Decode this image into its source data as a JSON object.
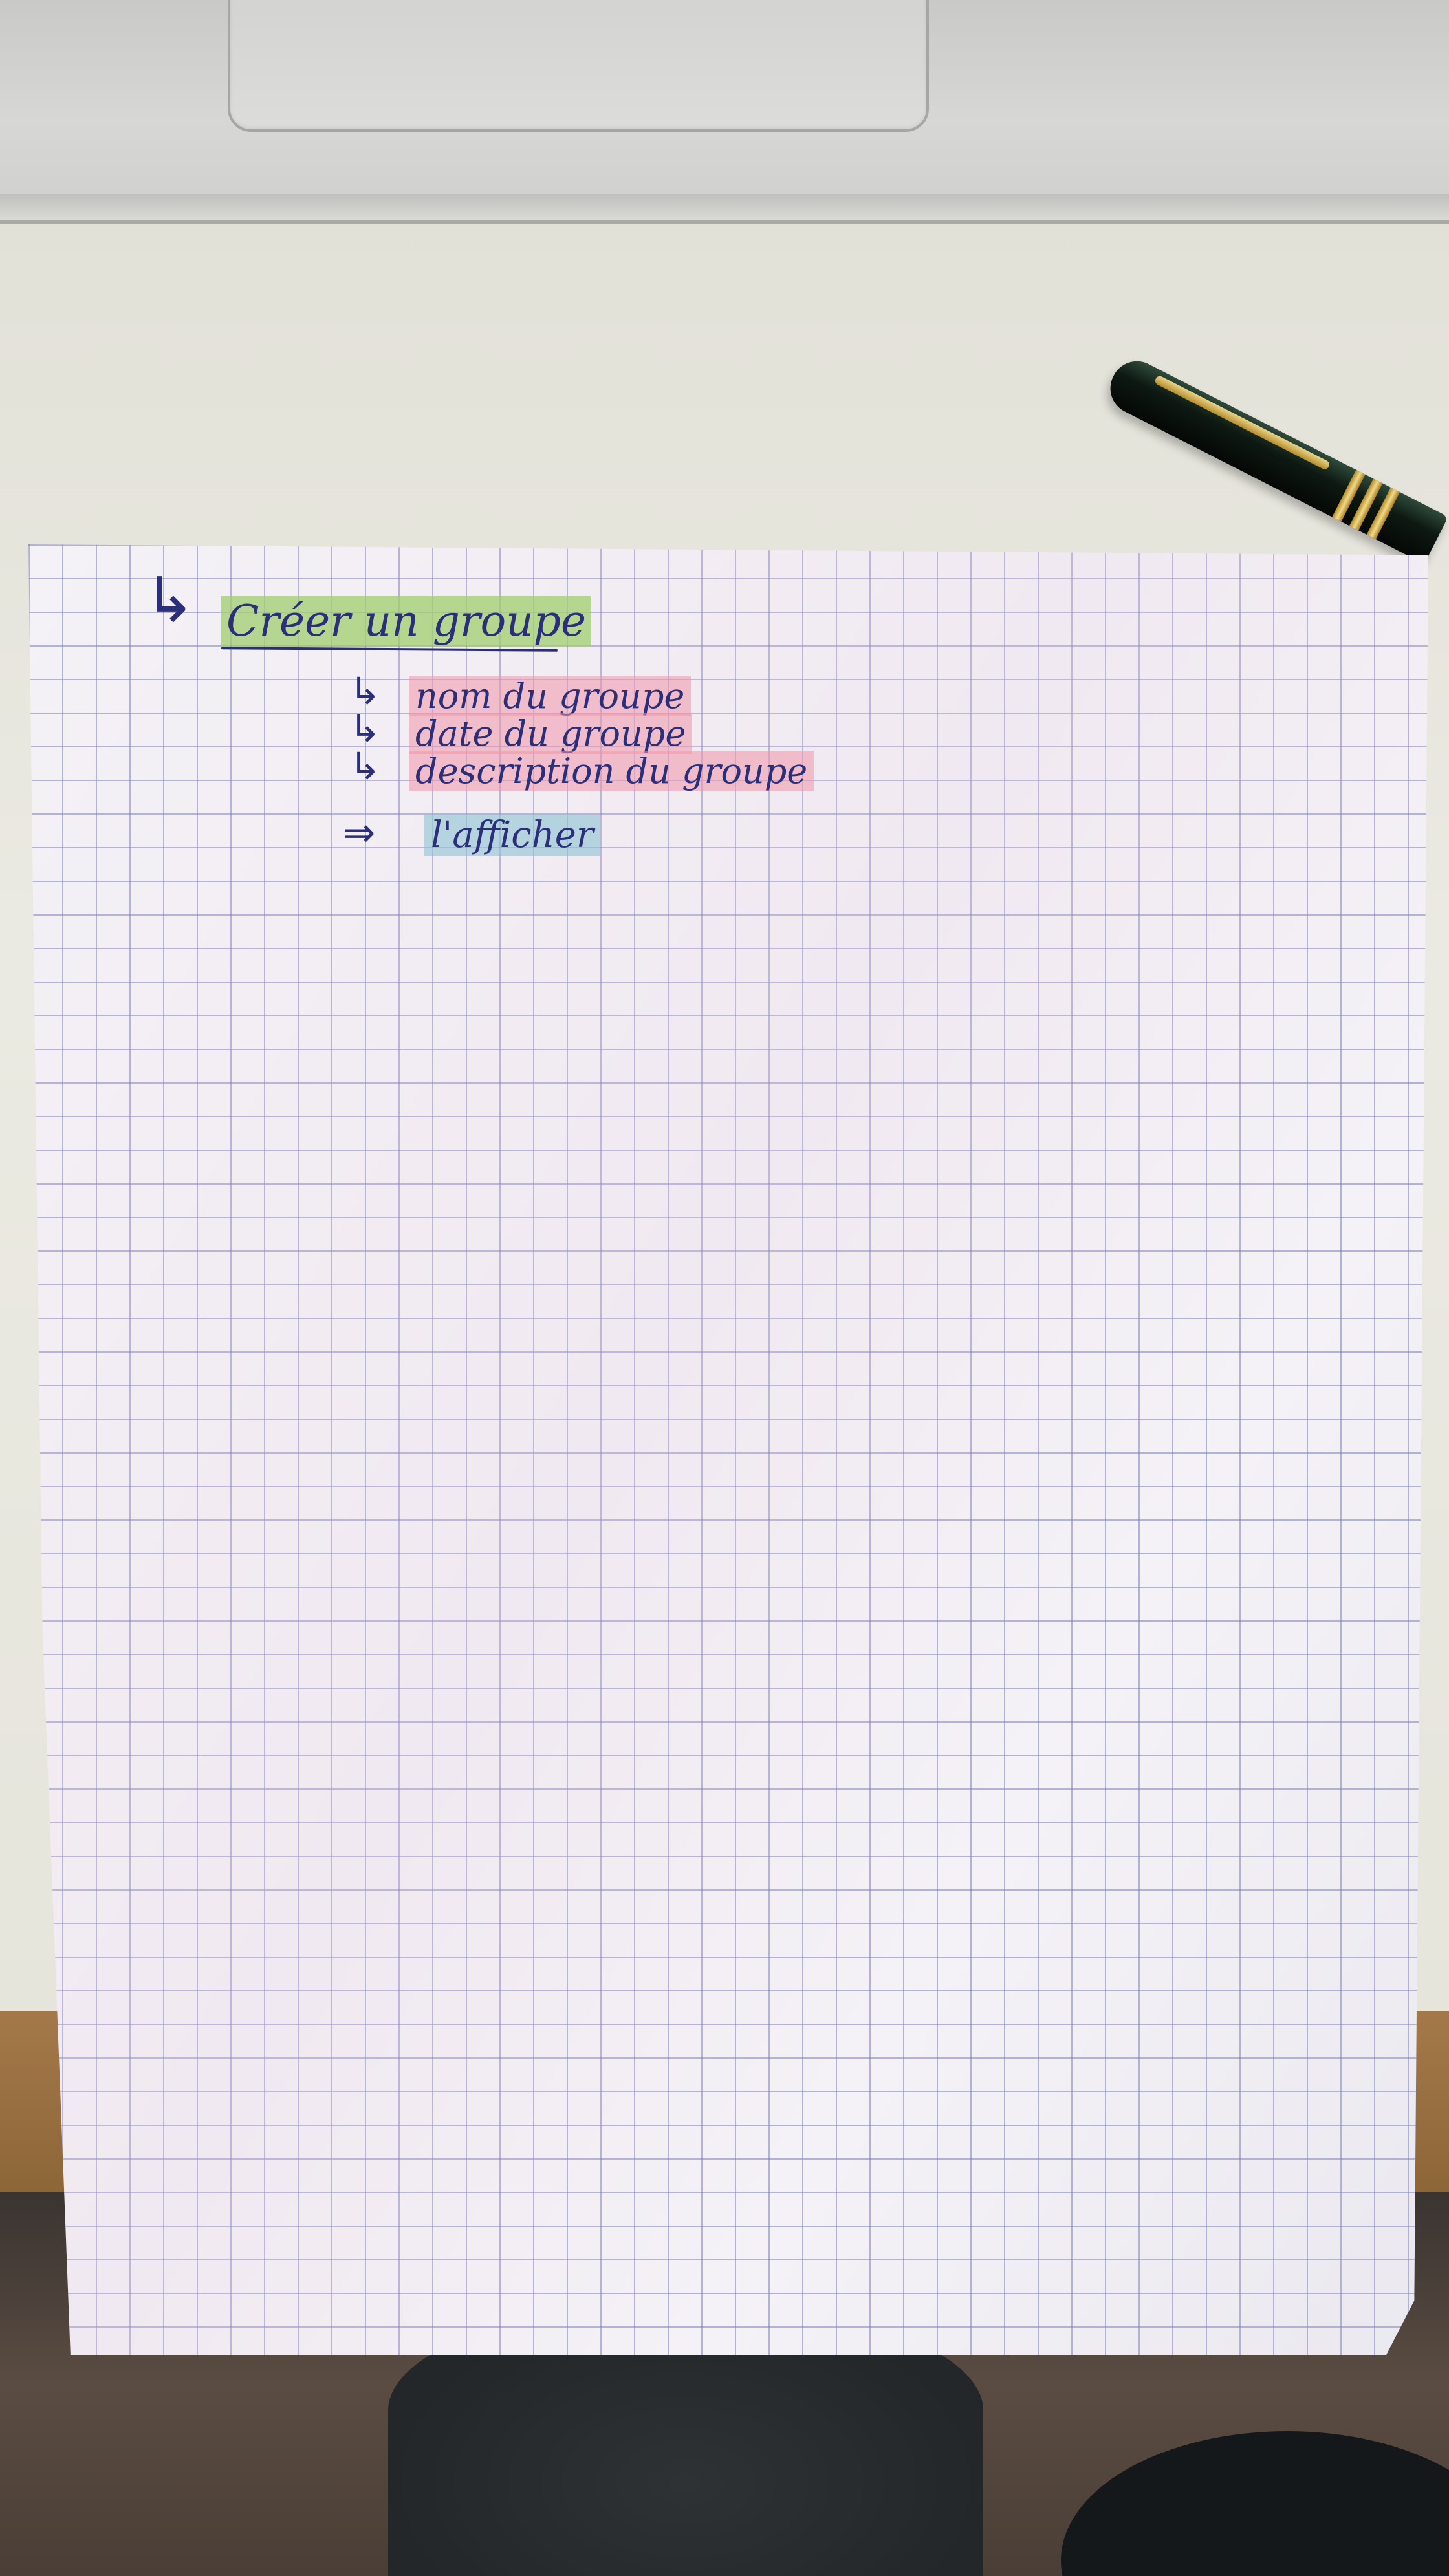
{
  "notes": {
    "heading_arrow": "↳",
    "heading": "Créer un groupe",
    "items": [
      {
        "arrow": "↳",
        "text": "nom du groupe"
      },
      {
        "arrow": "↳",
        "text": "date du groupe"
      },
      {
        "arrow": "↳",
        "text": "description du groupe"
      }
    ],
    "conclusion_arrow": "⇒",
    "conclusion": "l'afficher"
  },
  "colors": {
    "ink": "#2b2f7a",
    "highlight_heading": "#a0cd6e",
    "highlight_items": "#f096aa",
    "highlight_conclusion": "#8cc3d2",
    "grid_lines": "#787dbe"
  }
}
